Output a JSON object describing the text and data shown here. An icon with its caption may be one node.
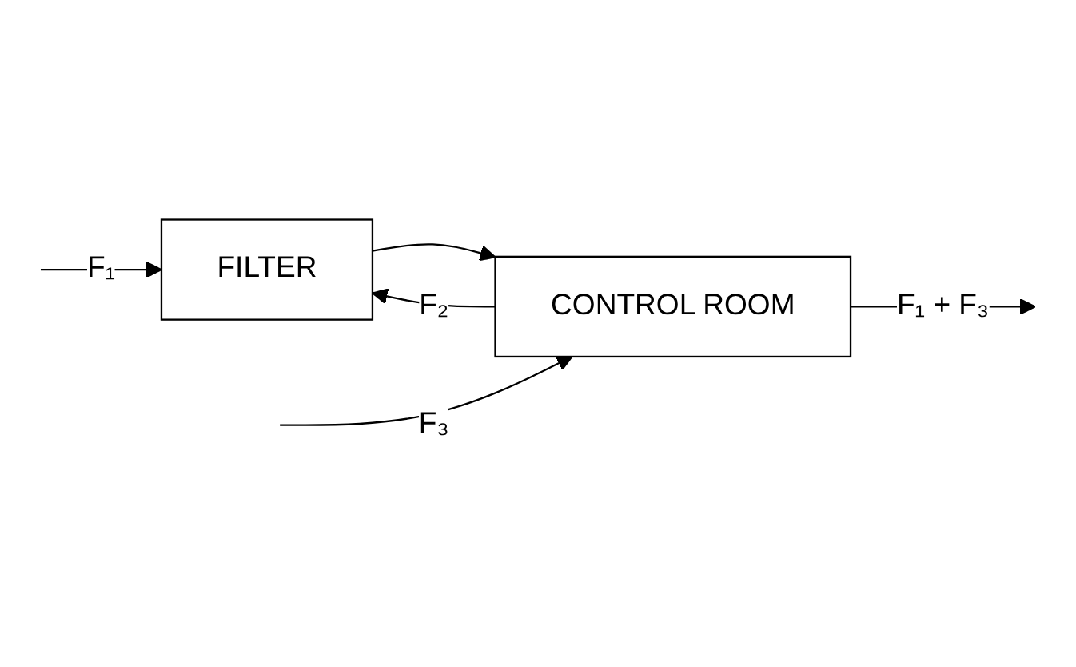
{
  "diagram": {
    "nodes": [
      {
        "text": [
          "FILTER"
        ]
      },
      {
        "text": [
          "CONTROL ROOM"
        ]
      }
    ],
    "edges": [
      {
        "from": null,
        "to": 0,
        "arrow": "to",
        "label": "F₁"
      },
      {
        "from": 1,
        "to": 0,
        "arrow": "to",
        "label": "F₂"
      },
      {
        "from": 0,
        "to": 1,
        "arrow": "to"
      },
      {
        "from": null,
        "to": 1,
        "arrow": "to",
        "label": "F₃"
      },
      {
        "from": 1,
        "to": null,
        "arrow": "to",
        "label": "F₁  +  F₃"
      }
    ]
  }
}
